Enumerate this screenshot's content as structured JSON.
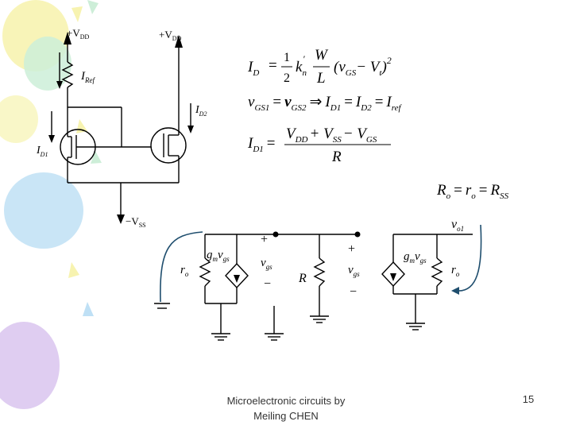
{
  "slide": {
    "footer_line1": "Microelectronic circuits by",
    "footer_line2": "Meiling CHEN",
    "page_number": "15"
  },
  "circuit": {
    "vdd_left": "+V",
    "vdd_right": "+V",
    "vdd_sub": "DD",
    "iref": "I",
    "iref_sub": "Ref",
    "id2": "I",
    "id2_sub": "D2",
    "id1": "I",
    "id1_sub": "D1",
    "vss": "−V",
    "vss_sub": "SS"
  },
  "equations": {
    "eq1_lhs": "I",
    "eq1_lhs_sub": "D",
    "eq1_eq": "=",
    "eq1_half_num": "1",
    "eq1_half_den": "2",
    "eq1_k": "k",
    "eq1_k_sub": "n",
    "eq1_k_prime": "′",
    "eq1_w": "W",
    "eq1_l": "L",
    "eq1_paren": "(v",
    "eq1_paren_sub": "GS",
    "eq1_minus_vt": "− V",
    "eq1_vt_sub": "t",
    "eq1_close": ")",
    "eq1_sq": "2",
    "eq2_a": "v",
    "eq2_a_sub": "GS1",
    "eq2_eq": "=",
    "eq2_b": "v",
    "eq2_b_sub": "GS2",
    "eq2_implies": "⇒",
    "eq2_c": "I",
    "eq2_c_sub": "D1",
    "eq2_d": "I",
    "eq2_d_sub": "D2",
    "eq2_e": "I",
    "eq2_e_sub": "ref",
    "eq3_lhs": "I",
    "eq3_lhs_sub": "D1",
    "eq3_eq": "=",
    "eq3_num": "V",
    "eq3_num_sub1": "DD",
    "eq3_num_plus": "+ V",
    "eq3_num_sub2": "SS",
    "eq3_num_minus": "− V",
    "eq3_num_sub3": "GS",
    "eq3_den": "R",
    "eq4_a": "R",
    "eq4_a_sub": "o",
    "eq4_eq1": "=",
    "eq4_b": "r",
    "eq4_b_sub": "o",
    "eq4_eq2": "=",
    "eq4_c": "R",
    "eq4_c_sub": "SS"
  },
  "small_signal": {
    "plus1": "+",
    "gm_vgs_1": "g",
    "gm_sub_1": "m",
    "vgs_1": "v",
    "vgs_sub_1": "gs",
    "ro_1": "r",
    "ro_sub_1": "o",
    "vgs_label": "v",
    "vgs_label_sub": "gs",
    "minus1": "−",
    "R_label": "R",
    "plus2": "+",
    "vgs_label2": "v",
    "vgs_label2_sub": "gs",
    "minus2": "−",
    "vo1": "v",
    "vo1_sub": "o1",
    "gm_vgs_2": "g",
    "gm_sub_2": "m",
    "vgs_2": "v",
    "vgs_sub_2": "gs",
    "ro_2": "r",
    "ro_sub_2": "o"
  },
  "colors": {
    "background": "#ffffff",
    "ink": "#000000",
    "arrow_blue": "#1f4e6e",
    "balloon_yellow": "#f7f3b0",
    "balloon_green": "#cdeed8",
    "balloon_blue": "#bfe0f5",
    "balloon_purple": "#dcc8f0"
  }
}
